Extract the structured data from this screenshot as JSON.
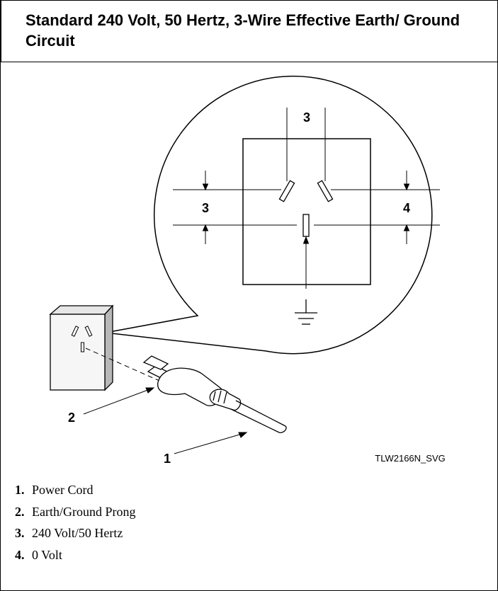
{
  "title": "Standard 240 Volt, 50 Hertz, 3-Wire Effective Earth/ Ground Circuit",
  "callouts": {
    "top": "3",
    "left": "3",
    "right": "4",
    "prong": "2",
    "cord": "1"
  },
  "figure_code": "TLW2166N_SVG",
  "legend": [
    {
      "num": "1.",
      "text": "Power Cord"
    },
    {
      "num": "2.",
      "text": "Earth/Ground Prong"
    },
    {
      "num": "3.",
      "text": "240 Volt/50 Hertz"
    },
    {
      "num": "4.",
      "text": "0 Volt"
    }
  ]
}
